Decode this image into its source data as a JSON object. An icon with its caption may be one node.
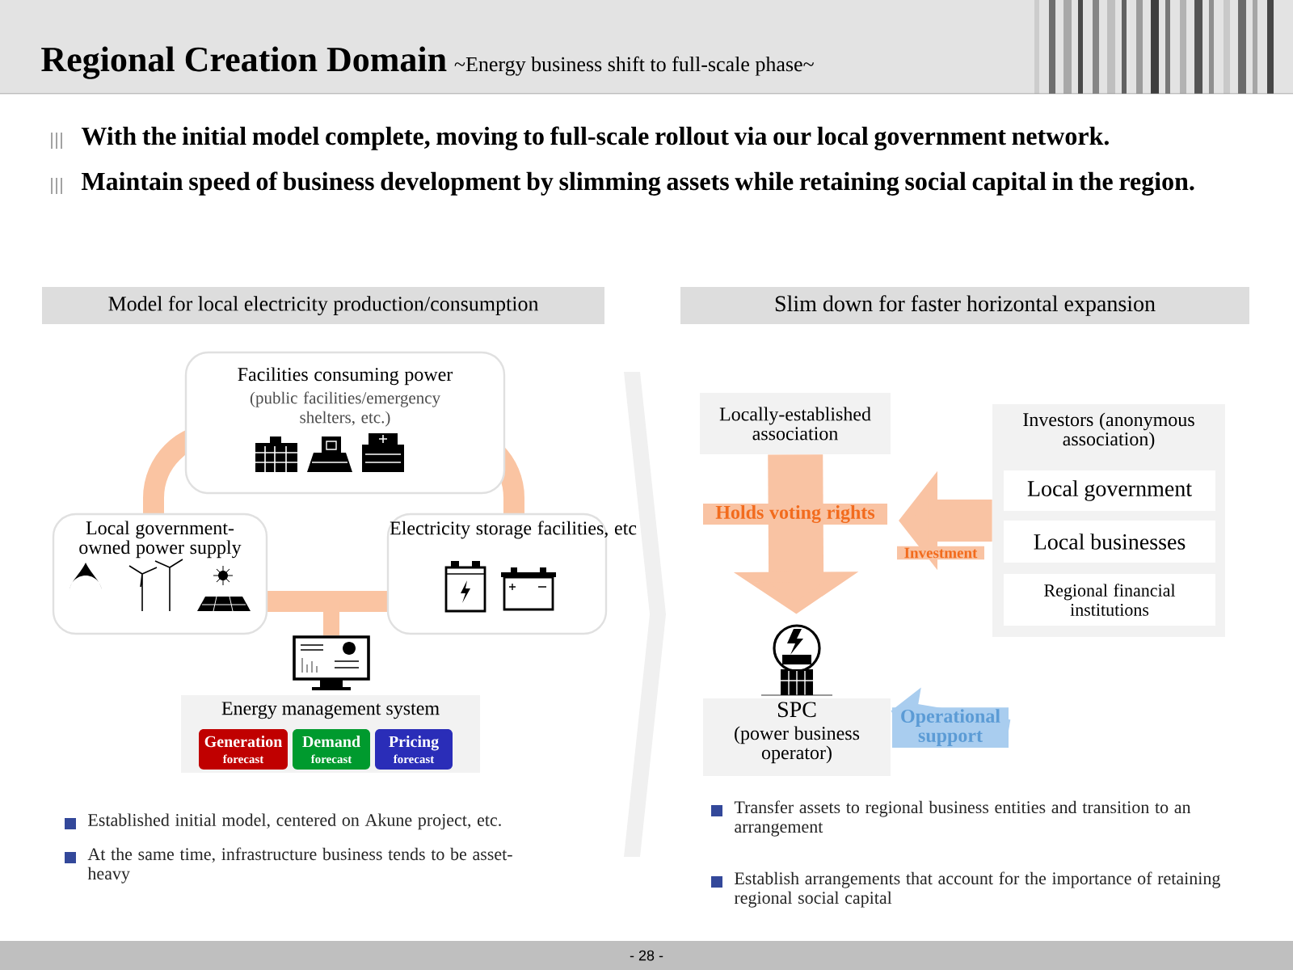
{
  "diagram": {
    "title": "Regional Creation Domain",
    "nodes": [
      {
        "text": [
          "Facilities consuming power",
          "(public facilities/emergency shelters, etc.)"
        ]
      },
      {
        "text": [
          "Local government-owned power supply"
        ]
      },
      {
        "text": [
          "Electricity storage facilities, etc"
        ]
      },
      {
        "text": [
          "Energy management system"
        ]
      },
      {
        "text": [
          "Generation",
          "forecast"
        ],
        "in": 3
      },
      {
        "text": [
          "Demand",
          "forecast"
        ],
        "in": 3
      },
      {
        "text": [
          "Pricing",
          "forecast"
        ],
        "in": 3
      },
      {
        "text": [
          "Locally-established association"
        ]
      },
      {
        "text": [
          "Investors (anonymous association)"
        ]
      },
      {
        "text": [
          "Local government"
        ],
        "in": 8
      },
      {
        "text": [
          "Local businesses"
        ],
        "in": 8
      },
      {
        "text": [
          "Regional financial institutions"
        ],
        "in": 8
      },
      {
        "text": [
          "SPC",
          "(power business operator)"
        ]
      }
    ],
    "edges": [
      {
        "from": 7,
        "to": 12,
        "arrow": "to",
        "label": "Holds voting rights",
        "color": "#f9c3a3"
      },
      {
        "from": 8,
        "to": null,
        "arrow": "to",
        "label": "Investment",
        "color": "#f9c3a3"
      },
      {
        "from": null,
        "to": 12,
        "arrow": "to",
        "label": "Operational support",
        "color": "#a9cdef"
      }
    ],
    "labels": [
      "~Energy business shift to full-scale phase~",
      "With the initial model complete, moving to full-scale rollout via our local government network.",
      "Maintain speed of business development by slimming assets while retaining social capital in the region.",
      "Model for local electricity production/consumption",
      "Slim down for faster horizontal expansion",
      "Established initial model, centered on Akune project, etc.",
      "At the same time, infrastructure business tends to be asset-heavy",
      "Transfer assets to regional business entities and transition to an arrangement",
      "Establish arrangements that account for the importance of retaining regional social capital",
      "- 28 -"
    ]
  }
}
